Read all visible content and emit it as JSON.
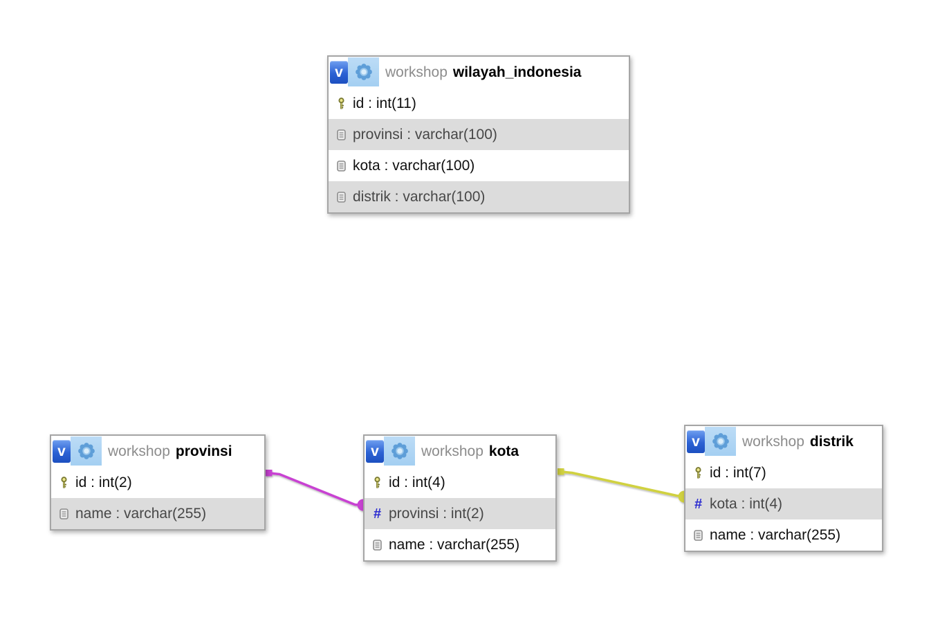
{
  "icons": {
    "v_glyph": "v",
    "fk_glyph": "#"
  },
  "tables": [
    {
      "id": "wilayah_indonesia",
      "schema": "workshop",
      "name": "wilayah_indonesia",
      "columns": [
        {
          "icon": "key-icon",
          "text": "id : int(11)"
        },
        {
          "icon": "column-icon",
          "text": "provinsi : varchar(100)"
        },
        {
          "icon": "column-icon",
          "text": "kota : varchar(100)"
        },
        {
          "icon": "column-icon",
          "text": "distrik : varchar(100)"
        }
      ]
    },
    {
      "id": "provinsi",
      "schema": "workshop",
      "name": "provinsi",
      "columns": [
        {
          "icon": "key-icon",
          "text": "id : int(2)"
        },
        {
          "icon": "column-icon",
          "text": "name : varchar(255)"
        }
      ]
    },
    {
      "id": "kota",
      "schema": "workshop",
      "name": "kota",
      "columns": [
        {
          "icon": "key-icon",
          "text": "id : int(4)"
        },
        {
          "icon": "index-icon",
          "text": "provinsi : int(2)"
        },
        {
          "icon": "column-icon",
          "text": "name : varchar(255)"
        }
      ]
    },
    {
      "id": "distrik",
      "schema": "workshop",
      "name": "distrik",
      "columns": [
        {
          "icon": "key-icon",
          "text": "id : int(7)"
        },
        {
          "icon": "index-icon",
          "text": "kota : int(4)"
        },
        {
          "icon": "column-icon",
          "text": "name : varchar(255)"
        }
      ]
    }
  ],
  "relations": [
    {
      "from_table": "provinsi",
      "from_column": "id",
      "to_table": "kota",
      "to_column": "provinsi",
      "color": "#c843d2"
    },
    {
      "from_table": "kota",
      "from_column": "id",
      "to_table": "distrik",
      "to_column": "kota",
      "color": "#d0d13f"
    }
  ]
}
